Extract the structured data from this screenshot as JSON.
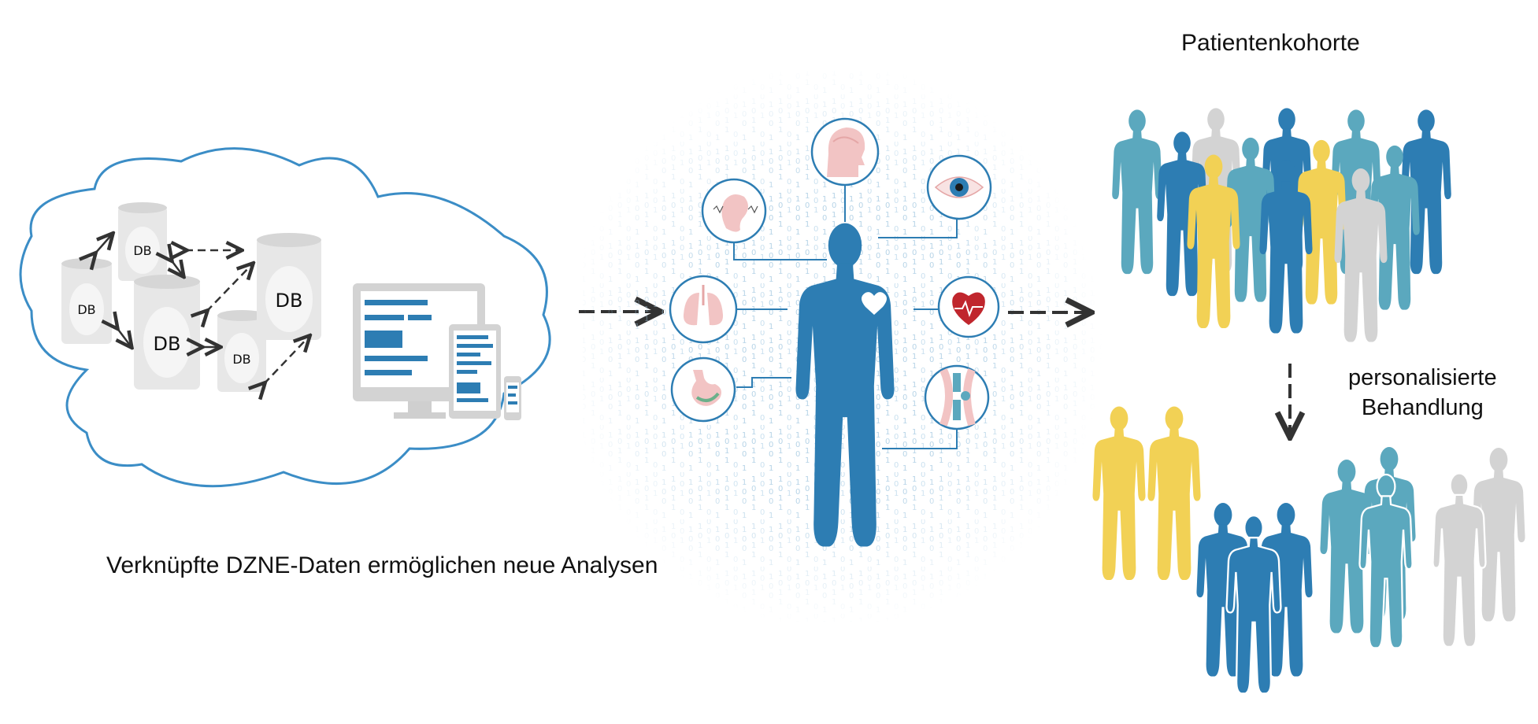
{
  "caption": "Verknüpfte DZNE-Daten ermöglichen neue Analysen",
  "cohort_title": "Patientenkohorte",
  "treatment_title_line1": "personalisierte",
  "treatment_title_line2": "Behandlung",
  "db_label": "DB",
  "icons": [
    "brain-icon",
    "ear-icon",
    "eye-icon",
    "lungs-icon",
    "heart-ekg-icon",
    "stomach-icon",
    "knee-joint-icon",
    "heart-icon"
  ],
  "colors": {
    "dark_blue": "#2D7DB3",
    "teal": "#5BA8BE",
    "yellow": "#F2D155",
    "gray": "#D3D3D3",
    "cloud_outline": "#3B8DC6",
    "binary": "#9FC6E0",
    "organ_pink": "#F2C4C4"
  }
}
